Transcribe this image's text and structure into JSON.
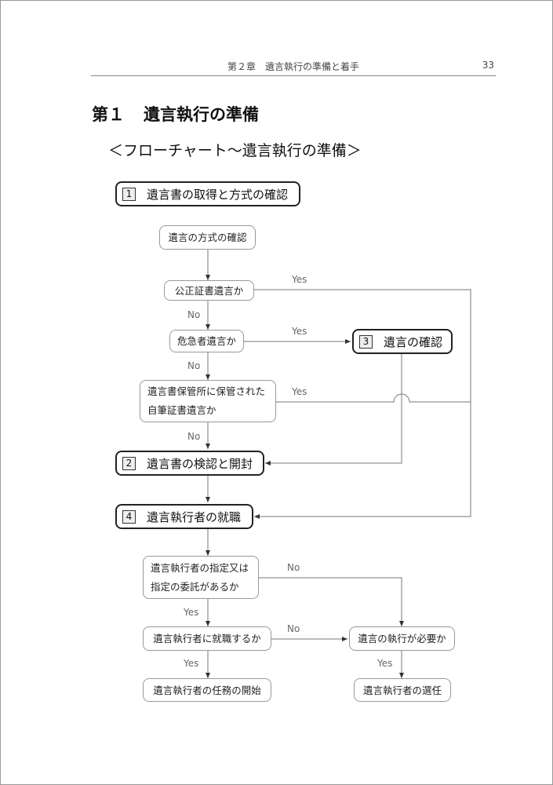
{
  "header": {
    "running_title": "第２章　遺言執行の準備と着手",
    "page_number": "33"
  },
  "chapter": {
    "number": "第１",
    "title": "遺言執行の準備"
  },
  "flowchart_title": "＜フローチャート～遺言執行の準備＞",
  "sections": {
    "s1": {
      "num": "1",
      "label": "遺言書の取得と方式の確認"
    },
    "s2": {
      "num": "2",
      "label": "遺言書の検認と開封"
    },
    "s3": {
      "num": "3",
      "label": "遺言の確認"
    },
    "s4": {
      "num": "4",
      "label": "遺言執行者の就職"
    }
  },
  "nodes": {
    "check_form": "遺言の方式の確認",
    "notarial": "公正証書遺言か",
    "danger": "危急者遺言か",
    "deposit_line1": "遺言書保管所に保管された",
    "deposit_line2": "自筆証書遺言か",
    "designation_line1": "遺言執行者の指定又は",
    "designation_line2": "指定の委託があるか",
    "accept": "遺言執行者に就職するか",
    "needed": "遺言の執行が必要か",
    "start_duties": "遺言執行者の任務の開始",
    "appoint": "遺言執行者の選任"
  },
  "edge_labels": {
    "yes": "Yes",
    "no": "No"
  }
}
